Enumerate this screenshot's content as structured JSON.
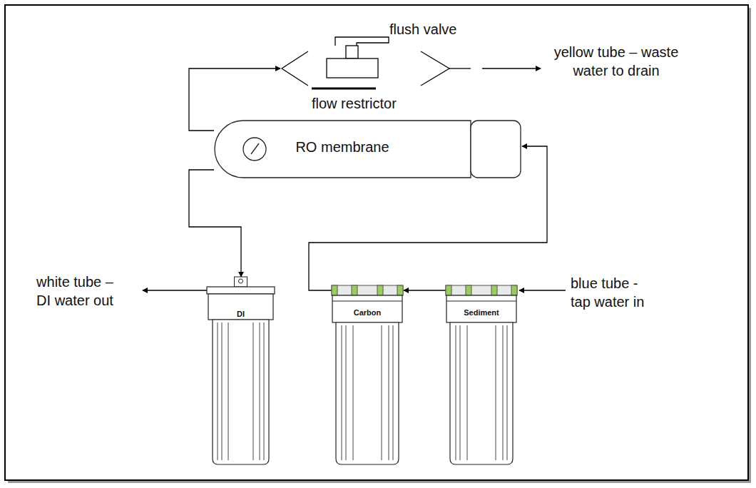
{
  "diagram": {
    "nodes": [
      {
        "text": [
          "RO membrane"
        ]
      },
      {
        "text": [
          "DI"
        ]
      },
      {
        "text": [
          "Carbon"
        ]
      },
      {
        "text": [
          "Sediment"
        ]
      }
    ],
    "edges": [
      {
        "from": 3,
        "to": 2,
        "arrow": "to"
      },
      {
        "from": 2,
        "to": 0,
        "arrow": "to"
      },
      {
        "from": 0,
        "to": 1,
        "arrow": "to"
      }
    ],
    "labels": [
      "flush valve",
      "flow restrictor",
      "yellow tube – waste water to drain",
      "white tube – DI water out",
      "blue tube - tap water in"
    ]
  }
}
